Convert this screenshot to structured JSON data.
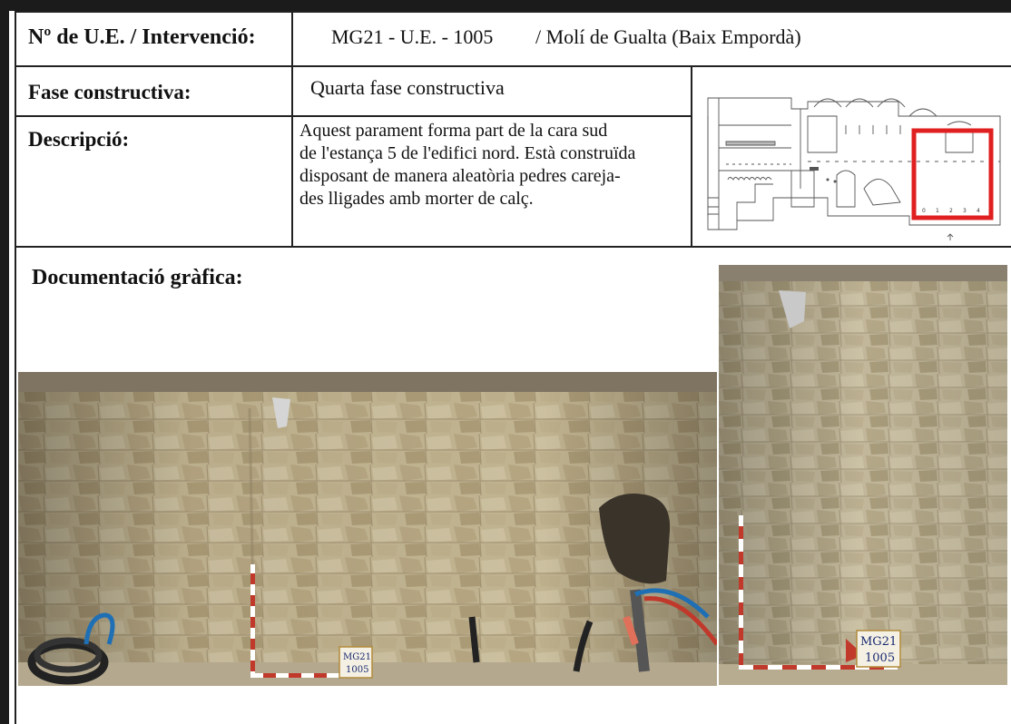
{
  "record": {
    "ue_label": "Nº de U.E. / Intervenció:",
    "ue_code": "MG21 - U.E. - 1005",
    "site": "/ Molí de Gualta (Baix Empordà)",
    "phase_label": "Fase constructiva:",
    "phase_value": "Quarta fase constructiva",
    "description_label": "Descripció:",
    "description_lines": [
      "Aquest parament forma part de la cara sud",
      "de l'estança 5 de l'edifici nord. Està construïda",
      "disposant de manera aleatòria pedres careja-",
      "des lligades amb morter de calç."
    ],
    "graphic_label": "Documentació gràfica:"
  },
  "photo_tags": {
    "left": [
      "MG21",
      "1005"
    ],
    "right": [
      "MG21",
      "1005"
    ]
  },
  "plan": {
    "highlight_color": "#e02020",
    "scale_digits": [
      "0",
      "1",
      "2",
      "3",
      "4"
    ]
  }
}
